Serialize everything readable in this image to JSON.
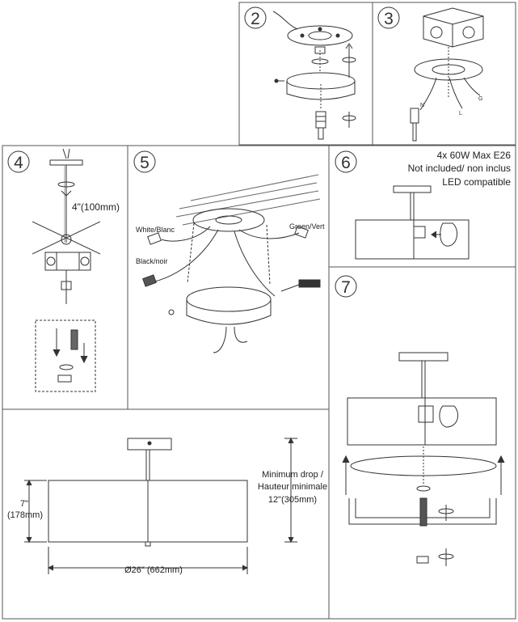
{
  "steps": {
    "s2": "2",
    "s3": "3",
    "s4": "4",
    "s5": "5",
    "s6": "6",
    "s7": "7"
  },
  "step3": {
    "wire_n": "N",
    "wire_l": "L",
    "wire_g": "G"
  },
  "step4": {
    "length": "4\"(100mm)"
  },
  "step5": {
    "white_label": "White/Blanc",
    "black_label": "Black/noir",
    "green_label": "Green/Vert"
  },
  "step6": {
    "line1": "4x 60W Max E26",
    "line2": "Not included/ non inclus",
    "line3": "LED compatible"
  },
  "dimensions": {
    "height_in": "7\"",
    "height_mm": "(178mm)",
    "diameter": "Ø26\" (662mm)",
    "drop_line1": "Minimum drop /",
    "drop_line2": "Hauteur minimale",
    "drop_line3": "12\"(305mm)"
  }
}
